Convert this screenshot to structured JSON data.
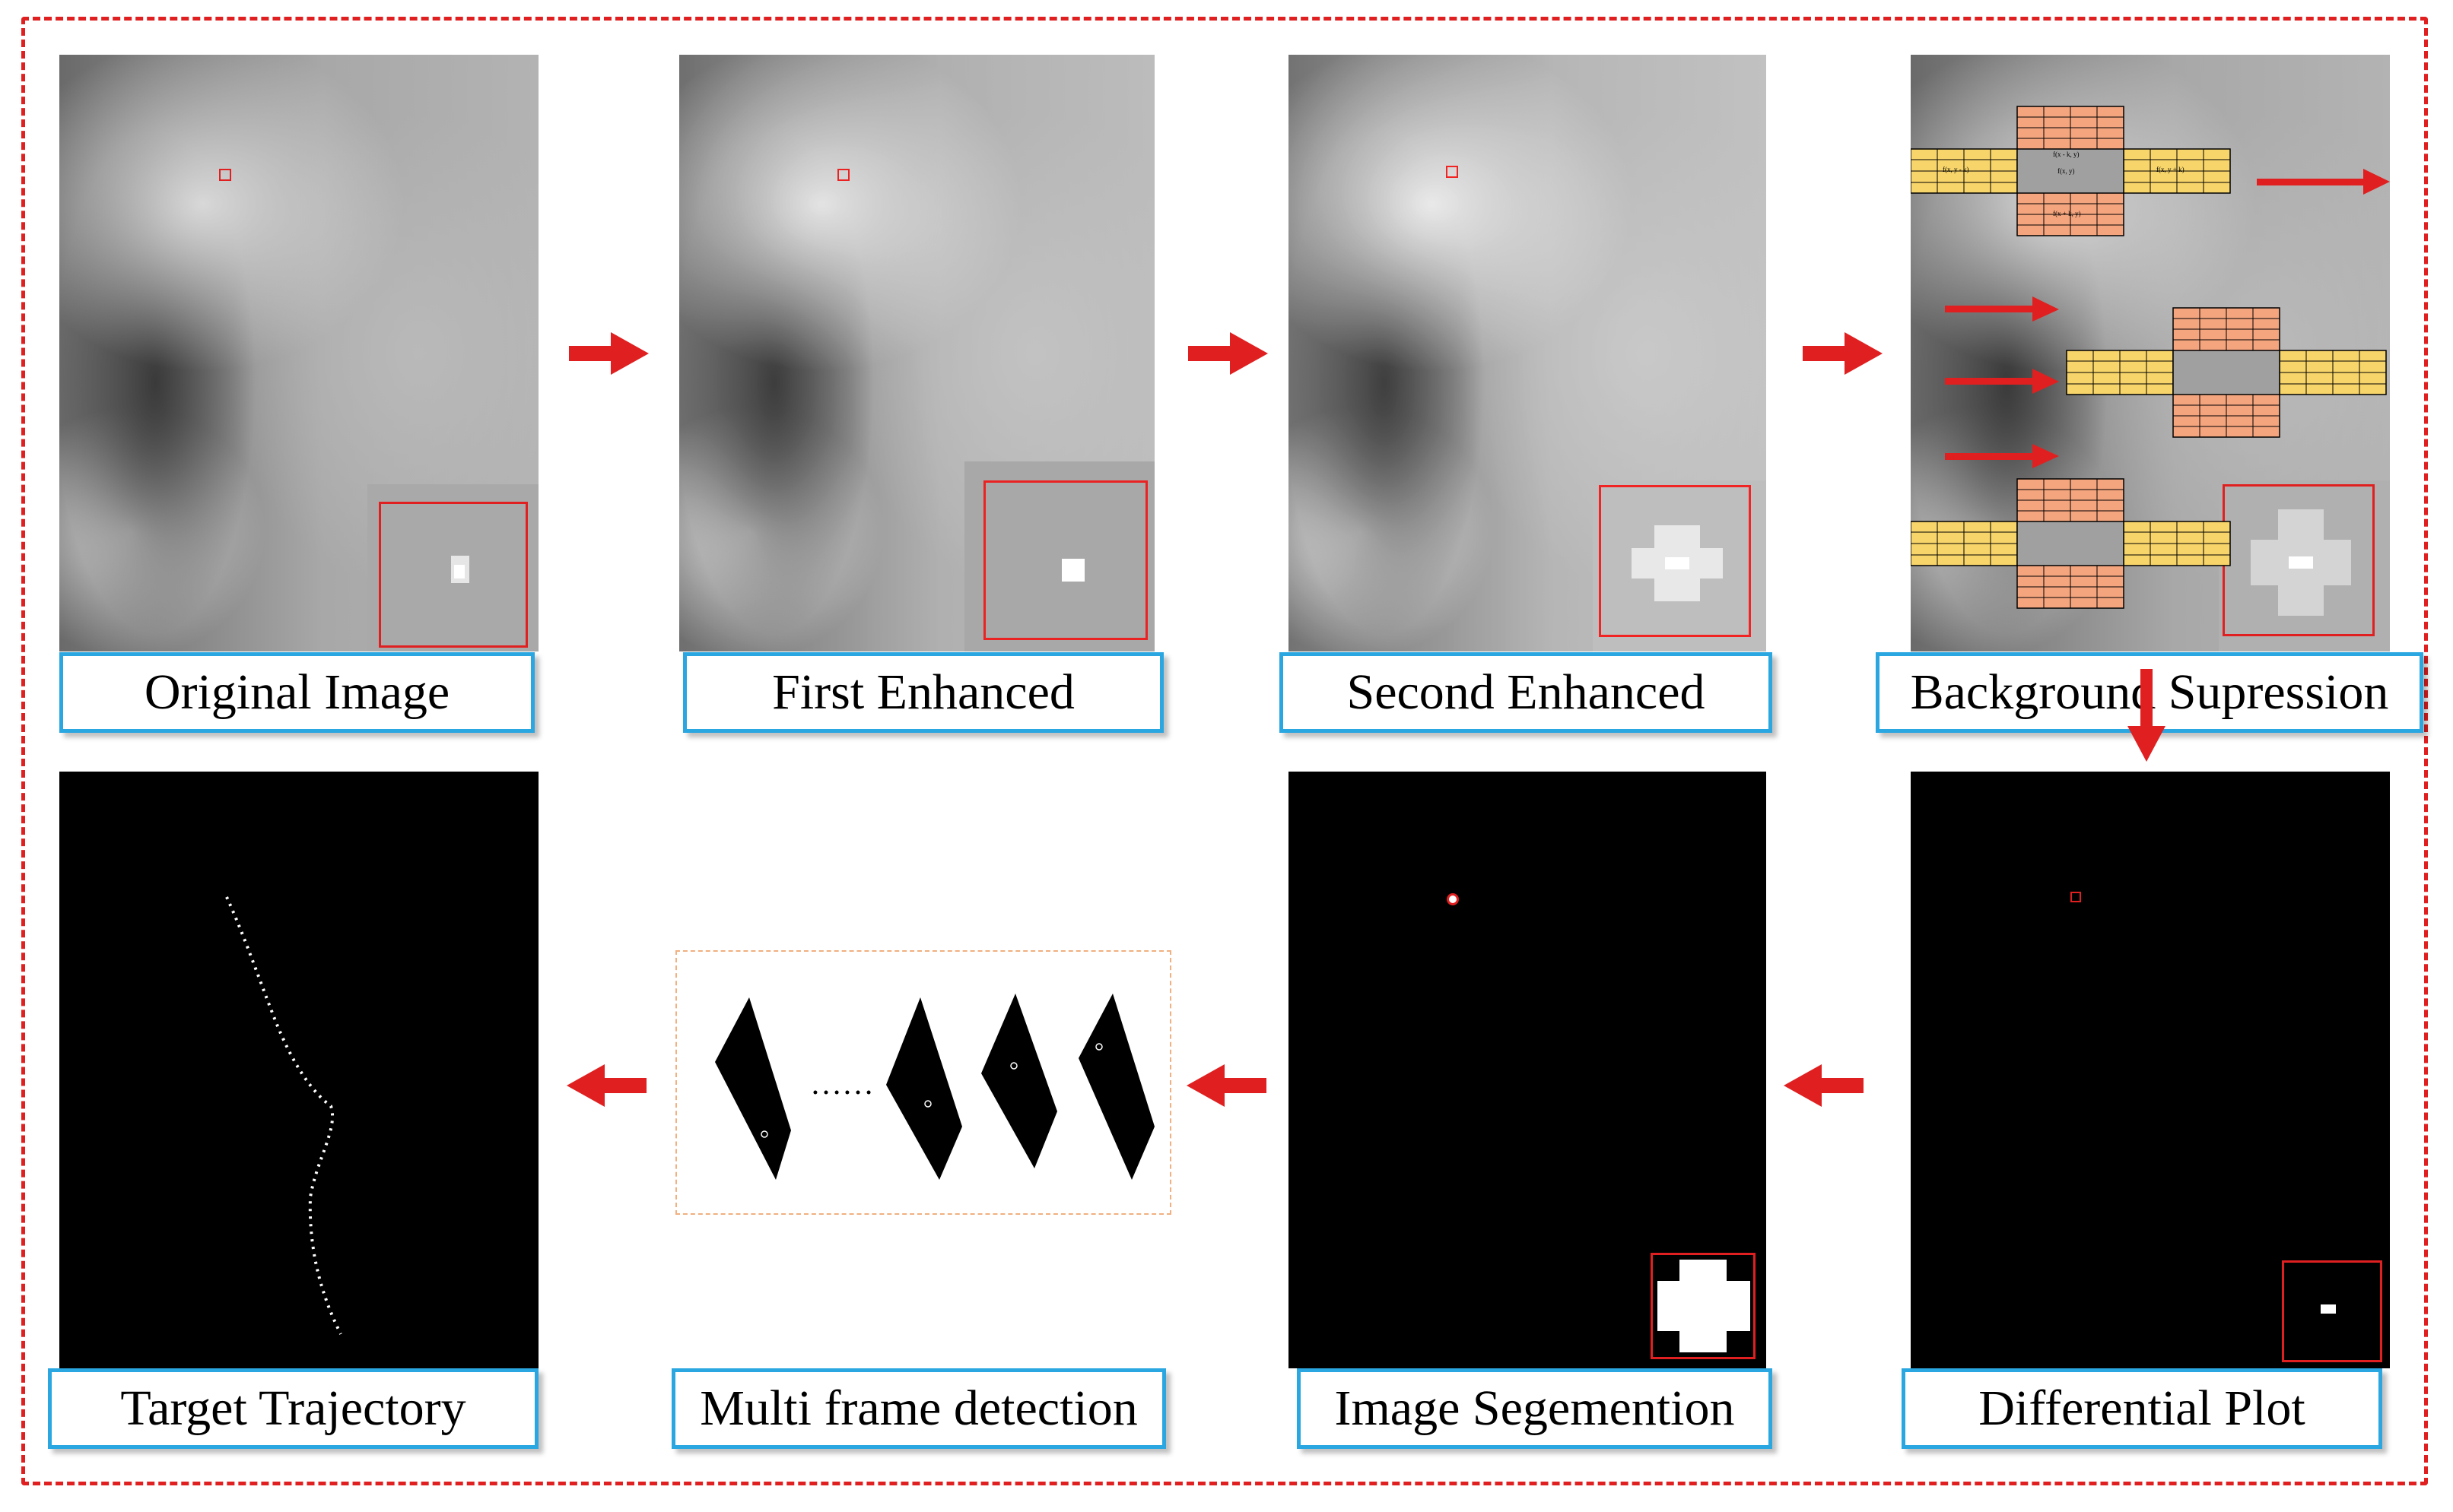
{
  "labels": {
    "original": "Original Image",
    "first": "First Enhanced",
    "second": "Second Enhanced",
    "background": "Background Supression",
    "trajectory": "Target Trajectory",
    "multiframe": "Multi frame detection",
    "segmentation": "Image Segemention",
    "differential": "Differential Plot"
  },
  "formula_cells": {
    "top": "f(x - k, y)",
    "left": "f(x, y - k)",
    "center": "f(x, y)",
    "right": "f(x, y + k)",
    "bottom": "f(x + k, y)"
  },
  "ellipsis": "……",
  "colors": {
    "arrow": "#e02020",
    "caption_border": "#2aa6e0",
    "orange_cell": "#f4a57e",
    "yellow_cell": "#f7d56a"
  }
}
